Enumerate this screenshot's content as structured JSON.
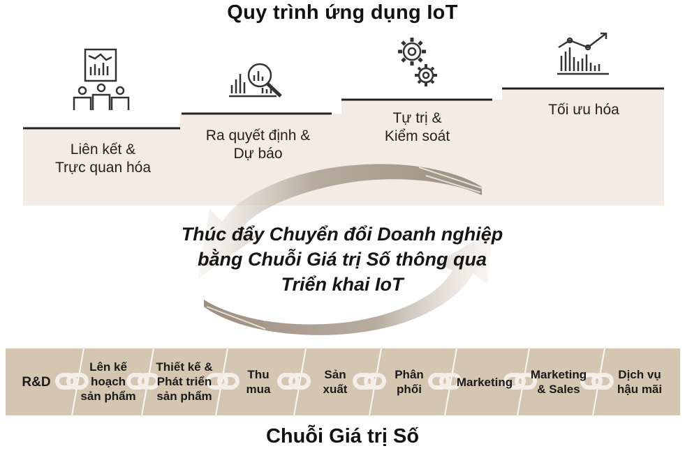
{
  "title_top": "Quy trình ứng dụng IoT",
  "title_bottom": "Chuỗi Giá trị Số",
  "steps": [
    {
      "line1": "Liên kết &",
      "line2": "Trực quan hóa",
      "icon": "report-people-icon"
    },
    {
      "line1": "Ra quyết định &",
      "line2": "Dự báo",
      "icon": "magnifier-chart-icon"
    },
    {
      "line1": "Tự trị &",
      "line2": "Kiểm soát",
      "icon": "gears-icon"
    },
    {
      "line1": "Tối ưu hóa",
      "line2": "",
      "icon": "trend-chart-icon"
    }
  ],
  "center": {
    "line1": "Thúc đẩy Chuyển đổi Doanh nghiệp",
    "line2": "bằng Chuỗi Giá trị Số thông qua",
    "line3": "Triển khai IoT"
  },
  "chain": [
    {
      "line1": "R&D",
      "line2": "",
      "line3": ""
    },
    {
      "line1": "Lên kế",
      "line2": "hoạch",
      "line3": "sản phẩm"
    },
    {
      "line1": "Thiết kế &",
      "line2": "Phát triển",
      "line3": "sản phẩm"
    },
    {
      "line1": "Thu",
      "line2": "mua",
      "line3": ""
    },
    {
      "line1": "Sản",
      "line2": "xuất",
      "line3": ""
    },
    {
      "line1": "Phân",
      "line2": "phối",
      "line3": ""
    },
    {
      "line1": "Marketing",
      "line2": "",
      "line3": ""
    },
    {
      "line1": "Marketing",
      "line2": "& Sales",
      "line3": ""
    },
    {
      "line1": "Dịch vụ",
      "line2": "hậu mãi",
      "line3": ""
    }
  ],
  "colors": {
    "step_fill": "#f3ebe4",
    "chain_fill": "#d5c6b2",
    "arrow_fill": "#b3a69a",
    "link_fill": "#ede6de"
  }
}
